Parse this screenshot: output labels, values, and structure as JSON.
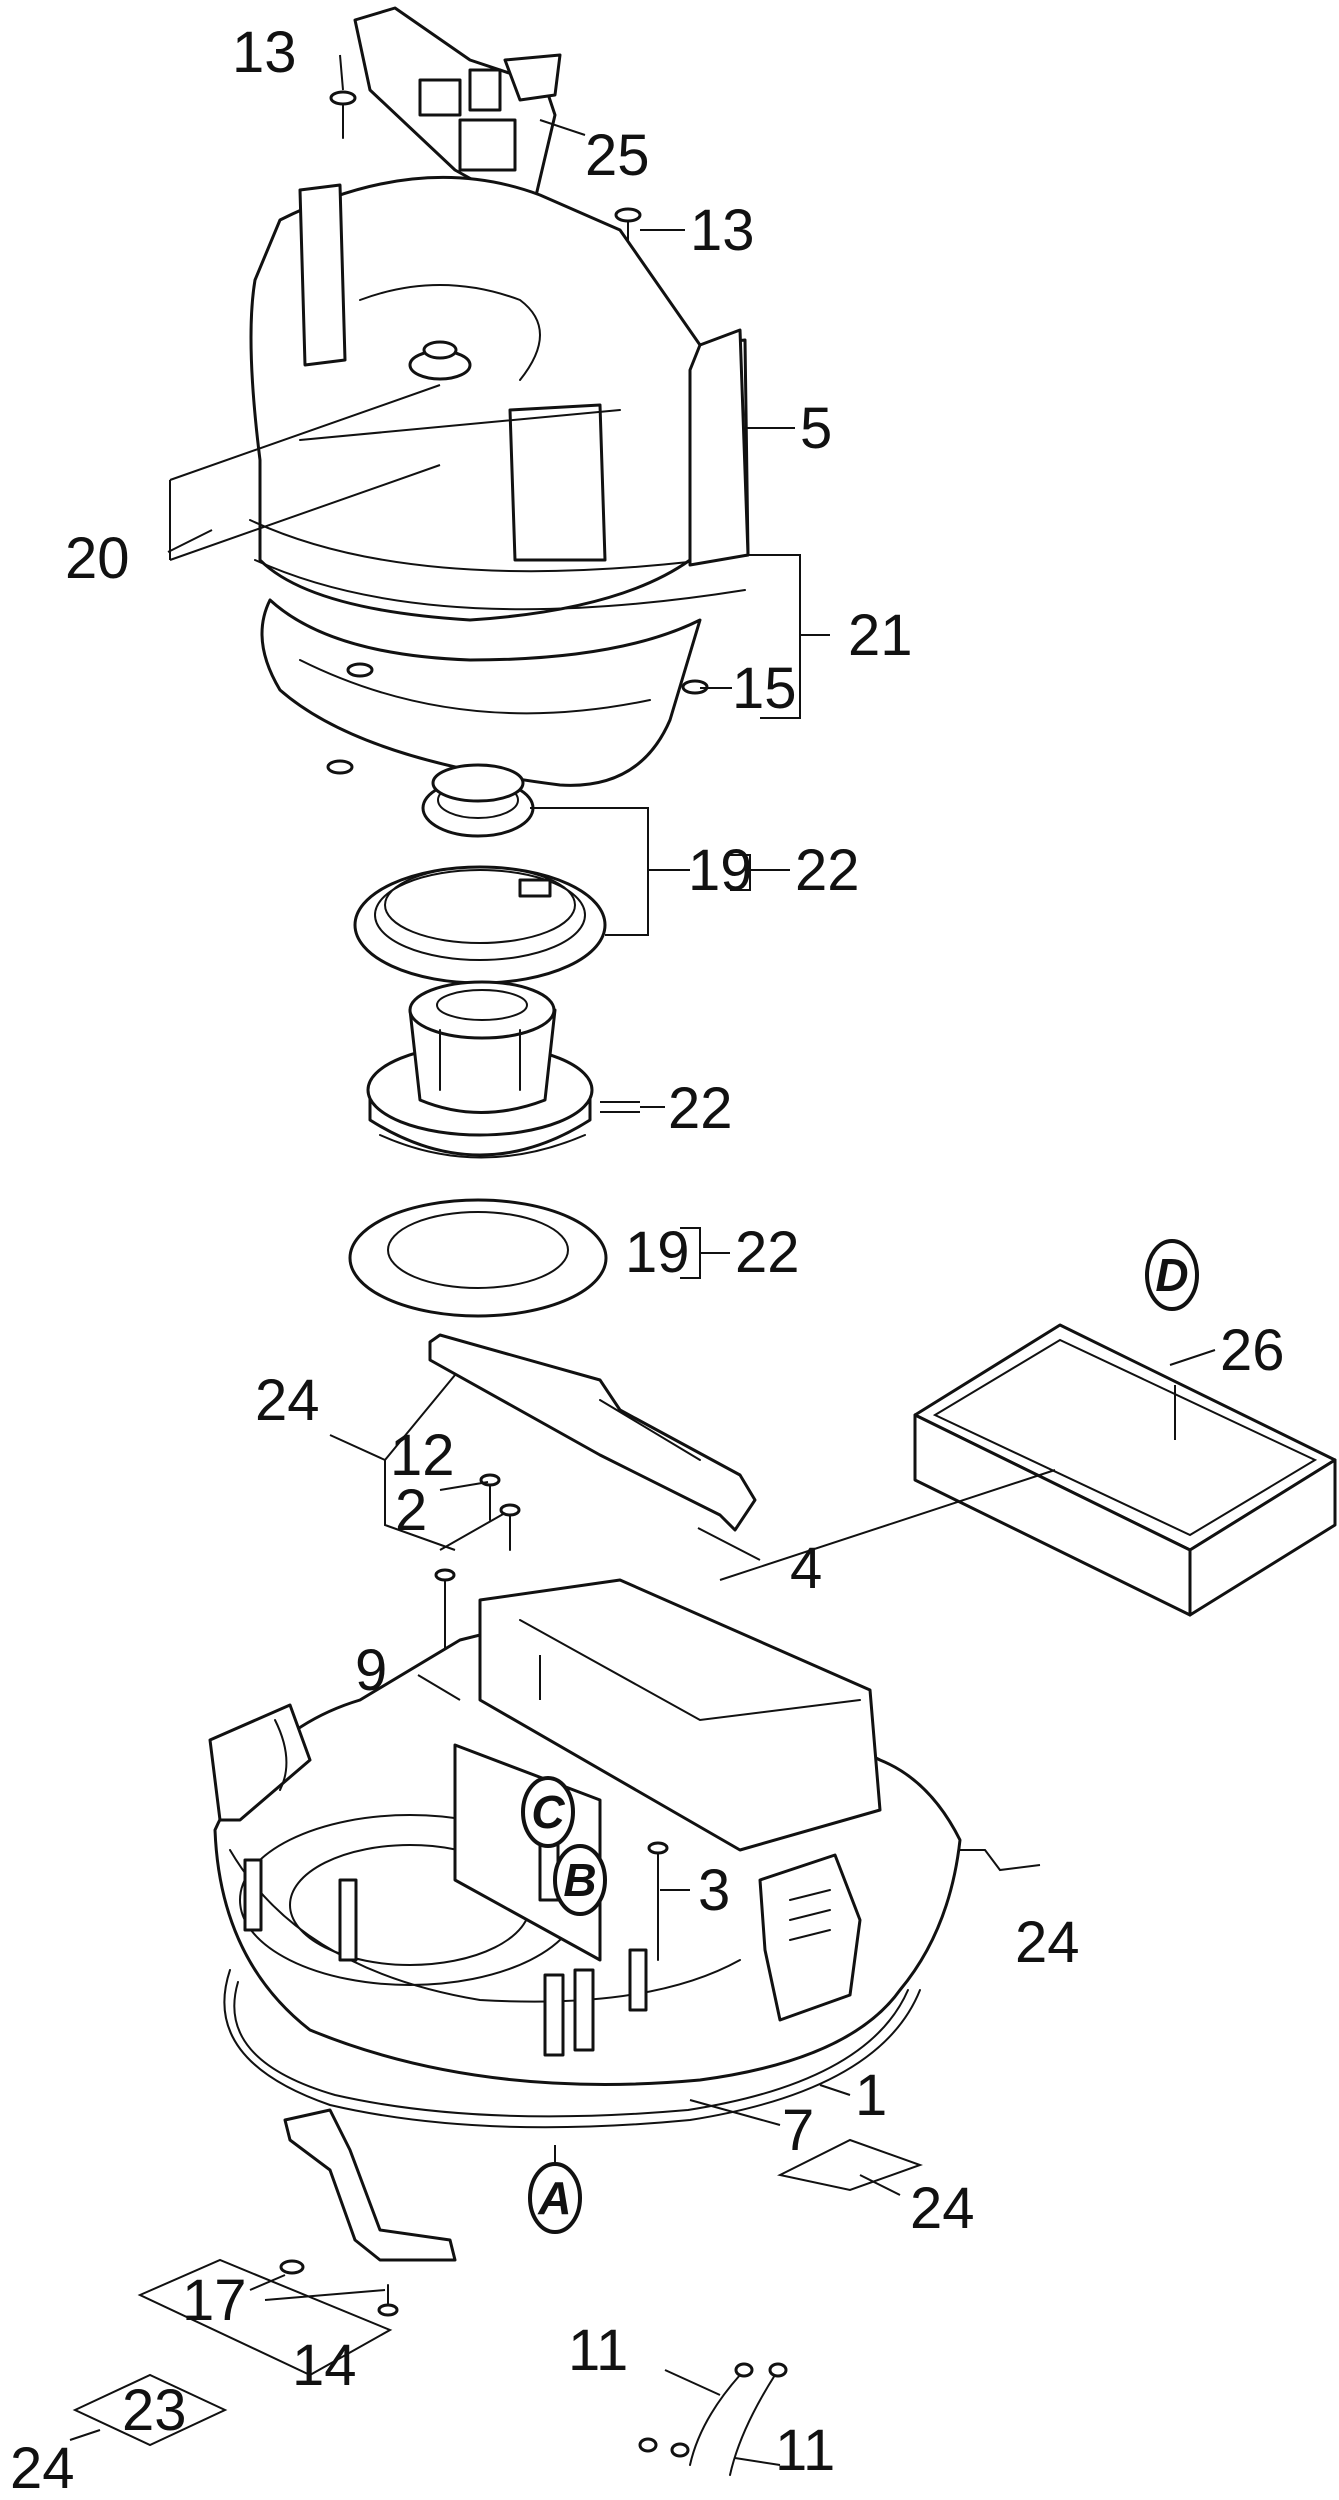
{
  "callouts": {
    "c13a": "13",
    "c25": "25",
    "c13b": "13",
    "c5": "5",
    "c20": "20",
    "c21": "21",
    "c15": "15",
    "c19a": "19",
    "c22a": "22",
    "c22b": "22",
    "c19b": "19",
    "c22c": "22",
    "c26": "26",
    "c24a": "24",
    "c12": "12",
    "c2": "2",
    "c4": "4",
    "c9": "9",
    "c3": "3",
    "c24b": "24",
    "c7": "7",
    "c1": "1",
    "c24c": "24",
    "c17": "17",
    "c14": "14",
    "c23": "23",
    "c24d": "24",
    "c11a": "11",
    "c11b": "11"
  },
  "letters": {
    "a": "A",
    "b": "B",
    "c": "C",
    "d": "D"
  }
}
